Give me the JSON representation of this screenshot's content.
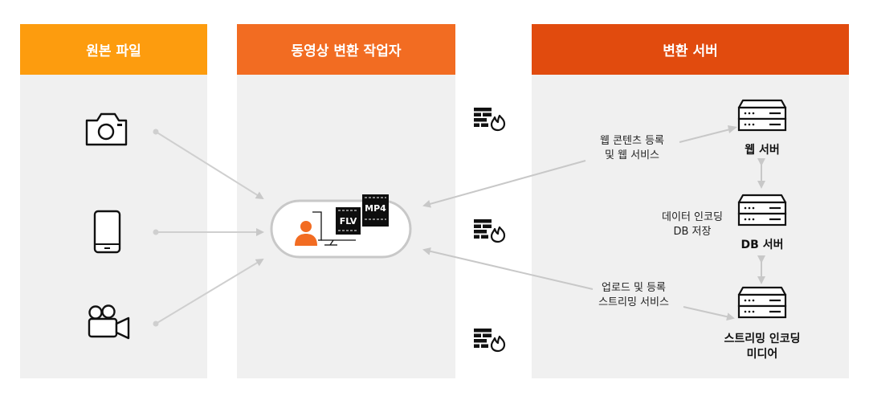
{
  "columns": {
    "source": {
      "title": "원본 파일"
    },
    "worker": {
      "title": "동영상 변환 작업자"
    },
    "server": {
      "title": "변환 서버"
    }
  },
  "formats": {
    "flv": "FLV",
    "mp4": "MP4"
  },
  "labels": {
    "web_publish": [
      "웹 콘텐츠 등록",
      "및 웹 서비스"
    ],
    "db_store": [
      "데이터 인코딩",
      "DB 저장"
    ],
    "stream_upload": [
      "업로드 및 등록",
      "스트리밍 서비스"
    ]
  },
  "servers": {
    "web": [
      "웹 서버"
    ],
    "db": [
      "DB 서버"
    ],
    "stream": [
      "스트리밍 인코딩",
      "미디어"
    ]
  },
  "icons": {
    "camera": "camera-icon",
    "phone": "smartphone-icon",
    "video": "video-camera-icon",
    "firewall": "firewall-icon",
    "server": "server-icon",
    "worker": "person-at-computer-icon"
  },
  "colors": {
    "source_header": "#fd9c0e",
    "worker_header": "#f26c22",
    "server_header": "#e14b0e",
    "panel_bg": "#f0f0f0",
    "person": "#f26c22",
    "arrow": "#cccccc"
  }
}
